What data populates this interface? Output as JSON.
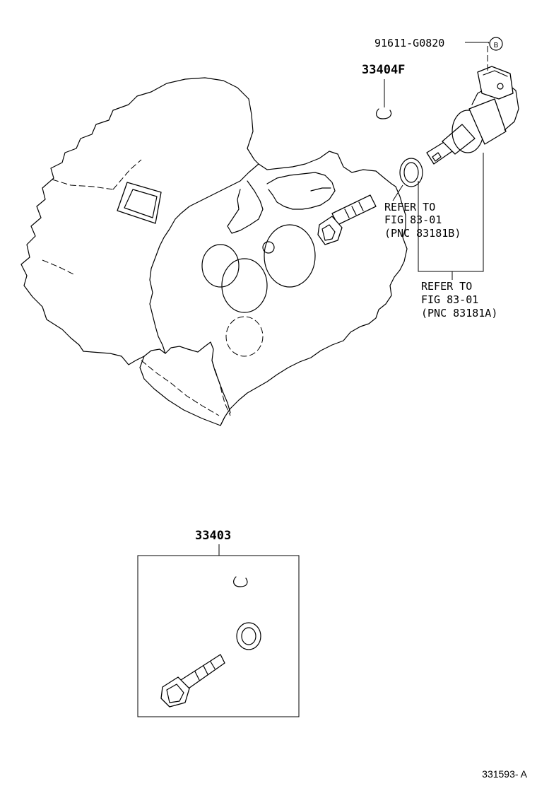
{
  "labels": {
    "part_sensor_bolt": "91611-G0820",
    "bolt_marker": "B",
    "part_clip": "33404F",
    "refer_b_line1": "REFER TO",
    "refer_b_line2": "FIG 83-01",
    "refer_b_line3": "(PNC 83181B)",
    "refer_a_line1": "REFER TO",
    "refer_a_line2": "FIG 83-01",
    "refer_a_line3": "(PNC 83181A)",
    "part_kit": "33403",
    "figure_id": "331593- A"
  }
}
